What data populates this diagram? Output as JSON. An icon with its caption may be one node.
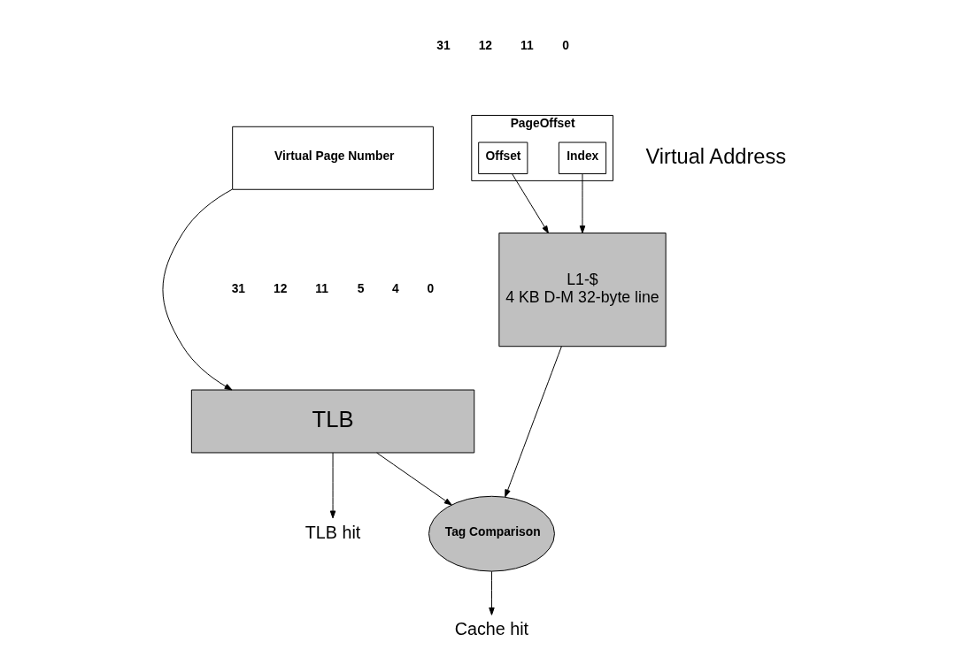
{
  "diagram": {
    "nodes": [
      {
        "text": [
          "Virtual Page Number"
        ]
      },
      {
        "text": [
          "PageOffset"
        ]
      },
      {
        "text": [
          "Index"
        ],
        "in": 1
      },
      {
        "text": [
          "Offset"
        ],
        "in": 1
      },
      {
        "text": [
          "TLB"
        ]
      },
      {
        "text": [
          "L1-$",
          "4 KB D-M 32-byte line"
        ]
      },
      {
        "text": [
          "Tag Comparison"
        ]
      },
      {
        "text": [
          "TLB hit"
        ]
      },
      {
        "text": [
          "Cache hit"
        ]
      }
    ],
    "edges": [
      {
        "from": 0,
        "to": 4,
        "arrow": "to"
      },
      {
        "from": 2,
        "to": 5,
        "arrow": "to"
      },
      {
        "from": 3,
        "to": 5,
        "arrow": "to"
      },
      {
        "from": 4,
        "to": 7,
        "arrow": "to"
      },
      {
        "from": 4,
        "to": 6,
        "arrow": "to"
      },
      {
        "from": 5,
        "to": 6,
        "arrow": "to"
      },
      {
        "from": 6,
        "to": 8,
        "arrow": "to"
      }
    ],
    "labels": [
      "31",
      "12",
      "11",
      "0",
      "Virtual Address",
      "31",
      "12",
      "11",
      "5",
      "4",
      "0"
    ]
  }
}
